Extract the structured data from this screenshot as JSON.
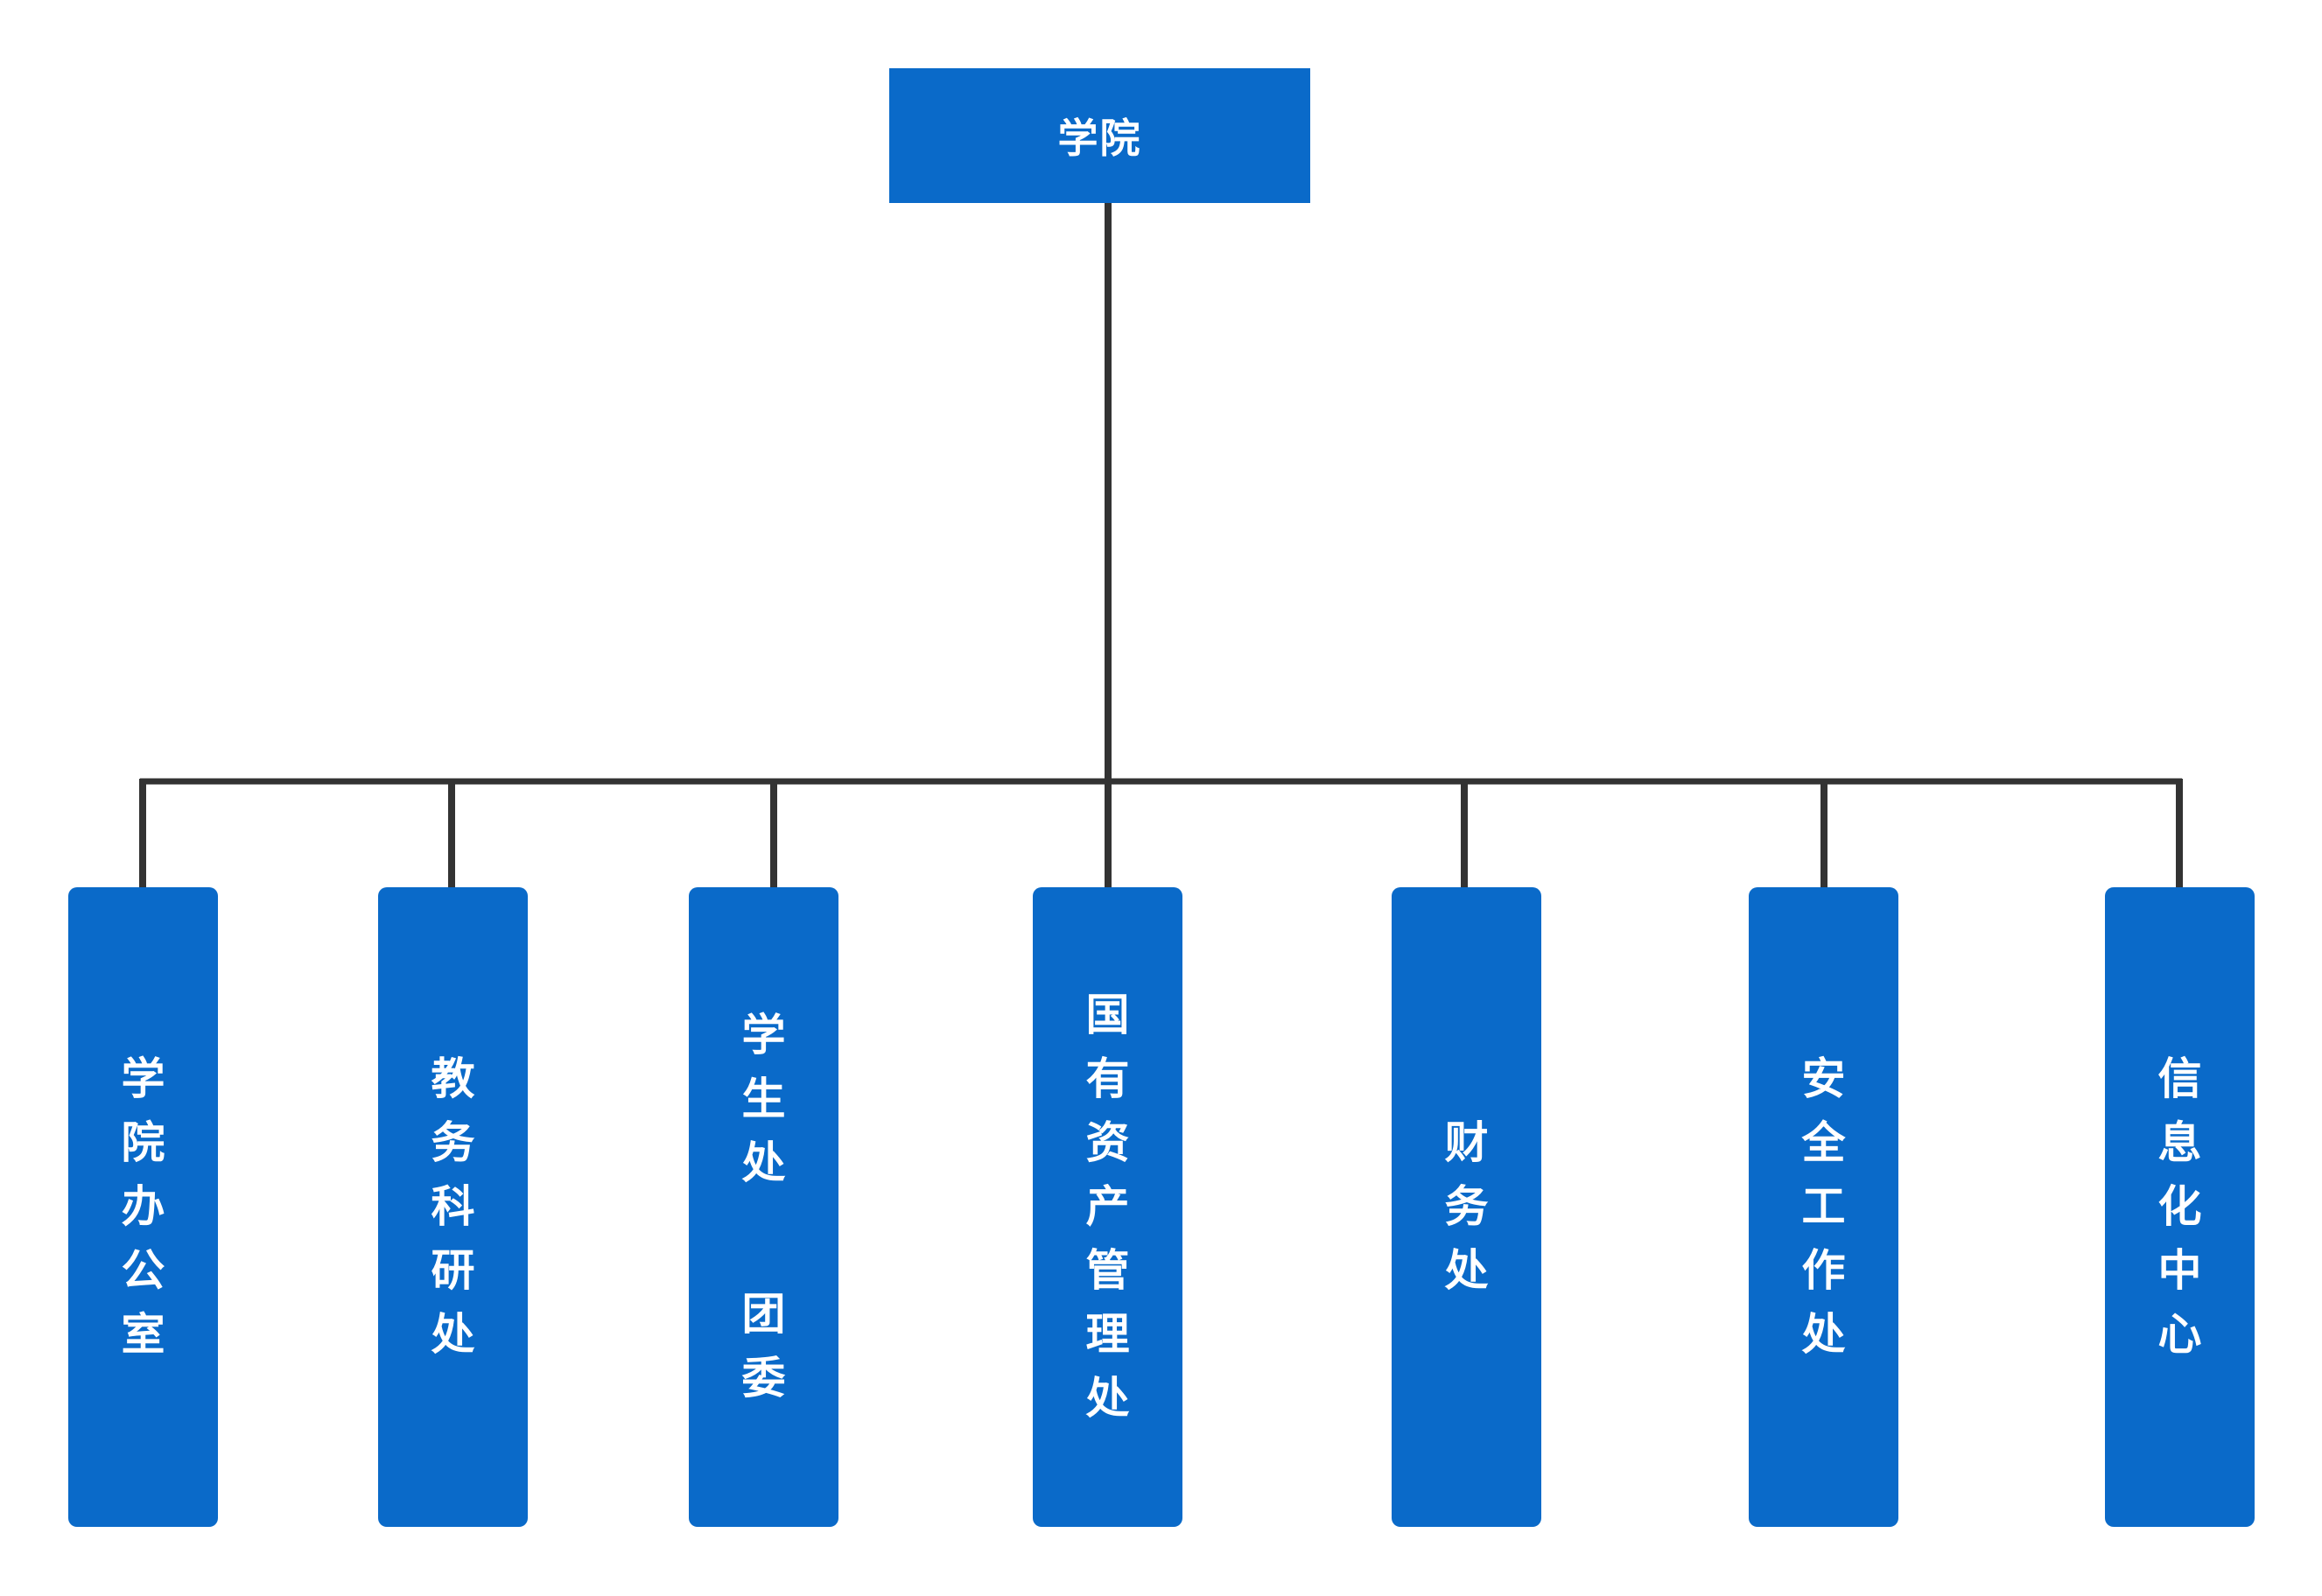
{
  "diagram": {
    "root": {
      "label": "学院"
    },
    "children": [
      {
        "label": "学院办公室"
      },
      {
        "label": "教务科研处"
      },
      {
        "label": "学生处 团委"
      },
      {
        "label": "国有资产管理处"
      },
      {
        "label": "财务处"
      },
      {
        "label": "安全工作处"
      },
      {
        "label": "信息化中心"
      }
    ]
  },
  "colors": {
    "node_fill": "#0A6AC9",
    "node_text": "#FFFFFF",
    "connector": "#333333",
    "background": "#FFFFFF"
  }
}
